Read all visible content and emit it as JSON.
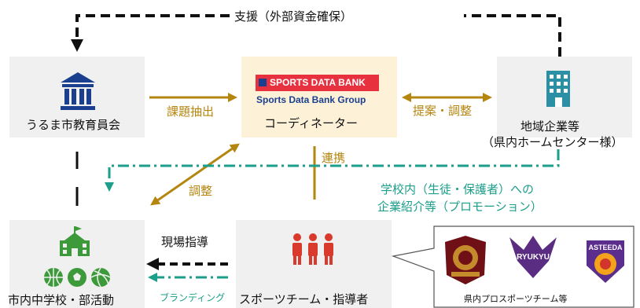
{
  "nodes": {
    "board": "うるま市教育員会",
    "coordinator": "コーディネーター",
    "enterprise_line1": "地域企業等",
    "enterprise_line2": "（県内ホームセンター様）",
    "school": "市内中学校・部活動",
    "sports_team": "スポーツチーム・指導者"
  },
  "logo": {
    "brand_top": "SPORTS DATA BANK",
    "brand_bottom": "Sports Data Bank Group"
  },
  "edges": {
    "support": "支援（外部資金確保）",
    "issue_extraction": "課題抽出",
    "proposal_adjustment": "提案・調整",
    "collaboration": "連携",
    "adjustment": "調整",
    "promotion_line1": "学校内（生徒・保護者）への",
    "promotion_line2": "企業紹介等（プロモーション）",
    "field_coaching": "現場指導",
    "branding": "ブランディング"
  },
  "callout": {
    "caption": "県内プロスポーツチーム等",
    "team_logo_2_text": "RYUKYU",
    "team_logo_3_text": "ASTEEDA"
  },
  "colors": {
    "gold": "#b5860f",
    "teal": "#1b9e8a",
    "navy": "#1b3f8f",
    "red": "#d93a2b",
    "green": "#3d9a3a",
    "box_bg": "#f0f0f0",
    "coordinator_bg": "#fdf2d8"
  }
}
